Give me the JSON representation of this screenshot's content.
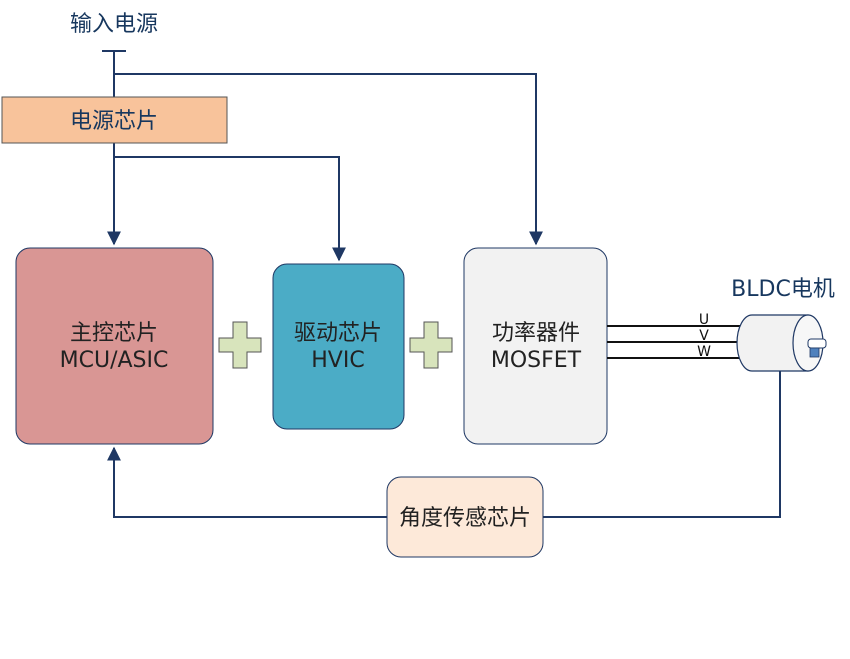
{
  "input_power": {
    "label": "输入电源"
  },
  "power_chip": {
    "label": "电源芯片",
    "fill": "#f8c39b"
  },
  "mcu": {
    "line1": "主控芯片",
    "line2": "MCU/ASIC",
    "fill": "#d99694"
  },
  "driver": {
    "line1": "驱动芯片",
    "line2": "HVIC",
    "fill": "#4bacc6"
  },
  "power_device": {
    "line1": "功率器件",
    "line2": "MOSFET",
    "fill": "#f2f2f2"
  },
  "motor": {
    "label": "BLDC电机",
    "phases": [
      "U",
      "V",
      "W"
    ]
  },
  "angle_sensor": {
    "label": "角度传感芯片",
    "fill": "#fde9d9"
  },
  "colors": {
    "line": "#1f3864",
    "plus_fill": "#d8e4bc",
    "label_dark": "#17375e"
  }
}
